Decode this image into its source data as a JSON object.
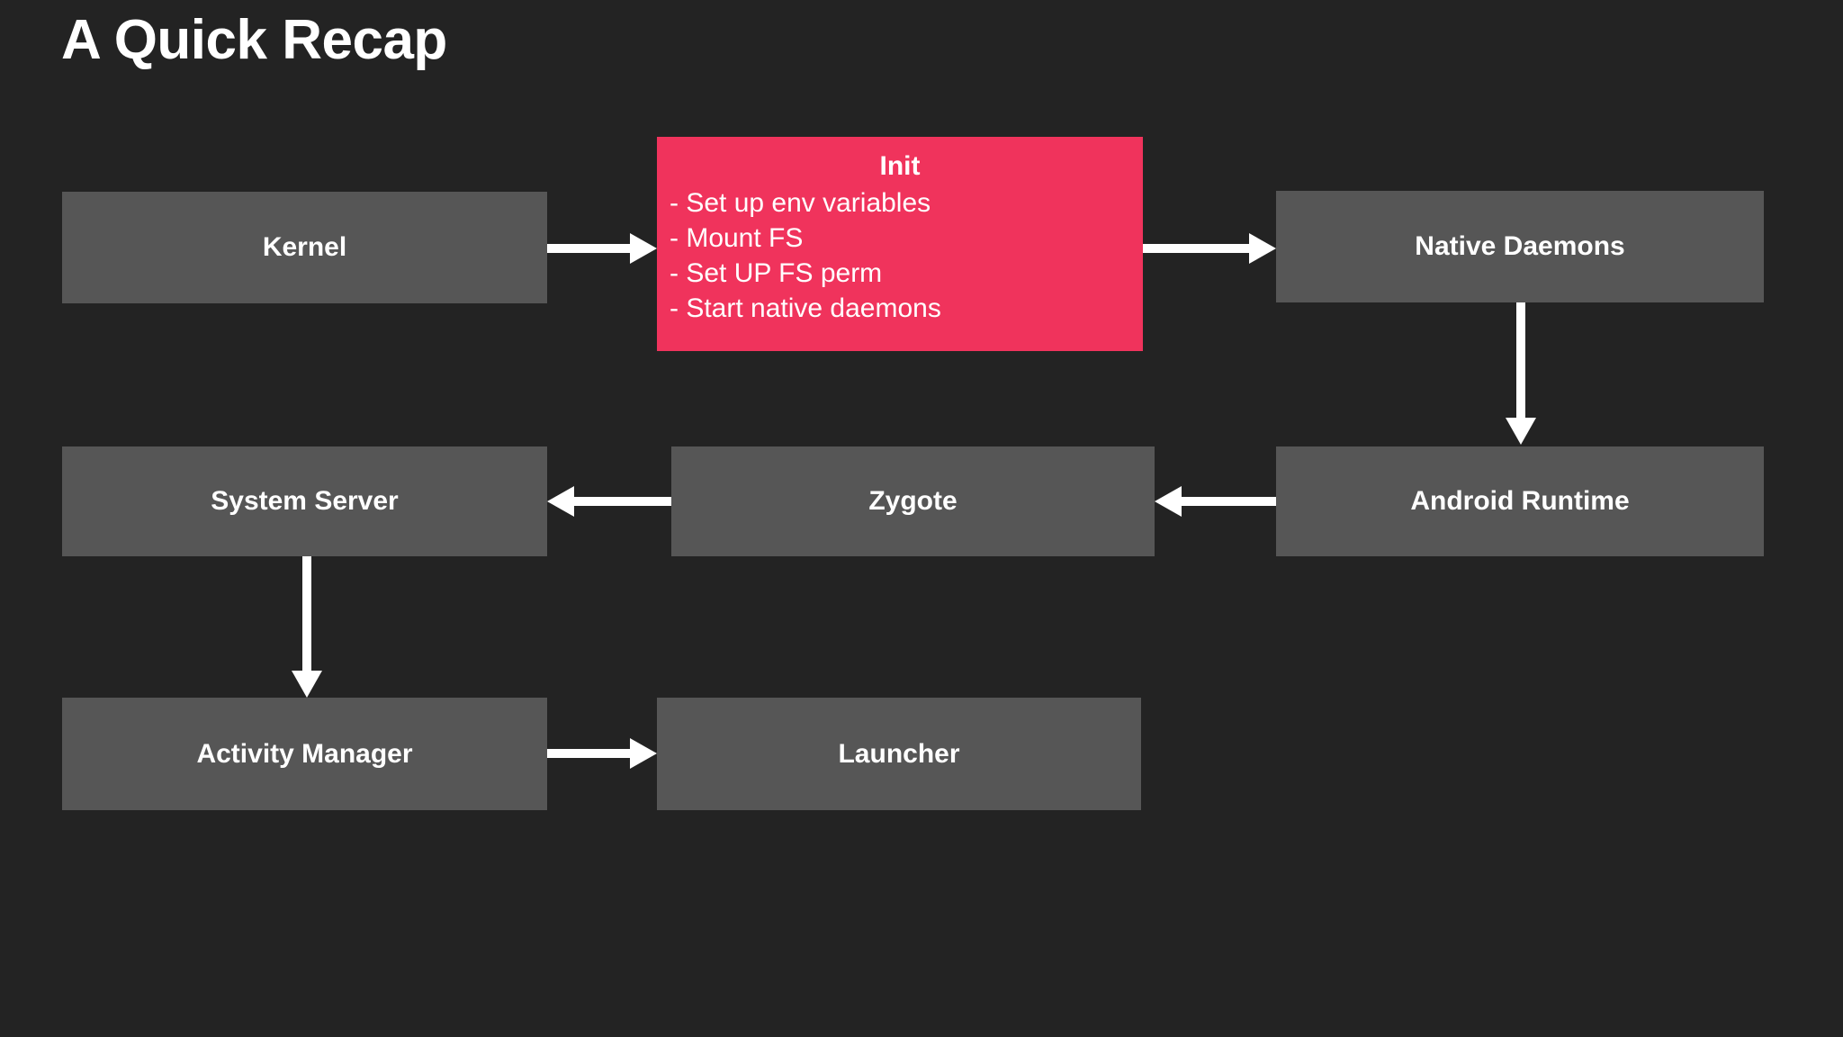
{
  "slide": {
    "title": "A Quick Recap",
    "background_color": "#232323"
  },
  "colors": {
    "background": "#232323",
    "node_gray": "#565656",
    "node_pink": "#f0335c",
    "text": "#ffffff",
    "arrow": "#ffffff"
  },
  "diagram_data": {
    "type": "flowchart",
    "nodes": [
      {
        "id": "kernel",
        "label": "Kernel",
        "style": "gray"
      },
      {
        "id": "init",
        "label": "Init",
        "style": "pink",
        "items": [
          "- Set up env variables",
          "- Mount FS",
          "- Set UP FS perm",
          "- Start native daemons"
        ]
      },
      {
        "id": "native_daemons",
        "label": "Native Daemons",
        "style": "gray"
      },
      {
        "id": "system_server",
        "label": "System Server",
        "style": "gray"
      },
      {
        "id": "zygote",
        "label": "Zygote",
        "style": "gray"
      },
      {
        "id": "android_runtime",
        "label": "Android Runtime",
        "style": "gray"
      },
      {
        "id": "activity_manager",
        "label": "Activity Manager",
        "style": "gray"
      },
      {
        "id": "launcher",
        "label": "Launcher",
        "style": "gray"
      }
    ],
    "edges": [
      {
        "from": "kernel",
        "to": "init",
        "direction": "right"
      },
      {
        "from": "init",
        "to": "native_daemons",
        "direction": "right"
      },
      {
        "from": "native_daemons",
        "to": "android_runtime",
        "direction": "down"
      },
      {
        "from": "android_runtime",
        "to": "zygote",
        "direction": "left"
      },
      {
        "from": "zygote",
        "to": "system_server",
        "direction": "left"
      },
      {
        "from": "system_server",
        "to": "activity_manager",
        "direction": "down"
      },
      {
        "from": "activity_manager",
        "to": "launcher",
        "direction": "right"
      }
    ]
  }
}
